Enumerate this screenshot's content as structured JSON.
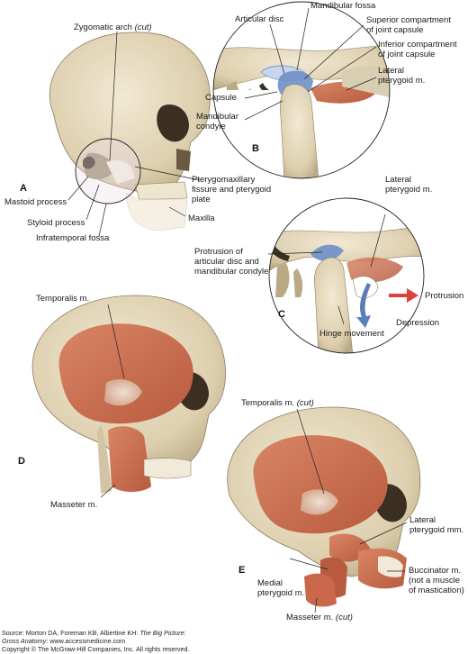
{
  "panels": {
    "A": {
      "letter": "A",
      "labels": {
        "zygomatic_arch": "Zygomatic arch",
        "zygomatic_arch_note": "(cut)",
        "pterygo_1": "Pterygomaxillary",
        "pterygo_2": "fissure and pterygoid",
        "pterygo_3": "plate",
        "maxilla": "Maxilla",
        "mastoid": "Mastoid process",
        "styloid": "Styloid process",
        "infratemporal": "Infratemporal fossa"
      }
    },
    "B": {
      "letter": "B",
      "labels": {
        "articular_disc": "Articular disc",
        "mandibular_fossa": "Mandibular fossa",
        "superior_1": "Superior compartment",
        "superior_2": "of joint capsule",
        "inferior_1": "Inferior compartment",
        "inferior_2": "of joint capsule",
        "lateral_pterygoid_1": "Lateral",
        "lateral_pterygoid_2": "pterygoid m.",
        "capsule": "Capsule",
        "mandibular_condyle_1": "Mandibular",
        "mandibular_condyle_2": "condyle"
      }
    },
    "C": {
      "letter": "C",
      "labels": {
        "lateral_pterygoid_1": "Lateral",
        "lateral_pterygoid_2": "pterygoid m.",
        "protrusion_of_1": "Protrusion of",
        "protrusion_of_2": "articular disc and",
        "protrusion_of_3": "mandibular condyle",
        "protrusion": "Protrusion",
        "depression": "Depression",
        "hinge": "Hinge movement"
      }
    },
    "D": {
      "letter": "D",
      "labels": {
        "temporalis": "Temporalis m.",
        "masseter": "Masseter m."
      }
    },
    "E": {
      "letter": "E",
      "labels": {
        "temporalis": "Temporalis m.",
        "temporalis_note": "(cut)",
        "lateral_pterygoid_1": "Lateral",
        "lateral_pterygoid_2": "pterygoid mm.",
        "medial_pterygoid_1": "Medial",
        "medial_pterygoid_2": "pterygoid m.",
        "buccinator_1": "Buccinator m.",
        "buccinator_2": "(not a muscle",
        "buccinator_3": "of mastication)",
        "masseter": "Masseter m.",
        "masseter_note": "(cut)"
      }
    }
  },
  "footer": {
    "source_prefix": "Source: Morton DA, Foreman KB, Albertine KH: ",
    "book_title_1": "The Big Picture:",
    "book_title_2": "Gross Anatomy",
    "source_suffix": ": www.accessmedicine.com",
    "copyright": "Copyright © The McGraw-Hill Companies, Inc. All rights reserved."
  },
  "colors": {
    "bone": "#e8dcc2",
    "bone_shadow": "#b8a888",
    "bone_dark": "#8d7d62",
    "muscle": "#c8674a",
    "muscle_light": "#dd9a7c",
    "disc": "#6f8fc6",
    "arrow_red": "#d9433a",
    "arrow_blue": "#5a7fb8"
  }
}
